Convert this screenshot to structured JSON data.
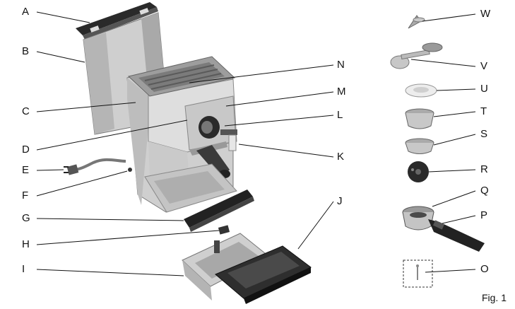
{
  "labels": {
    "A": "A",
    "B": "B",
    "C": "C",
    "D": "D",
    "E": "E",
    "F": "F",
    "G": "G",
    "H": "H",
    "I": "I",
    "J": "J",
    "K": "K",
    "L": "L",
    "M": "M",
    "N": "N",
    "O": "O",
    "P": "P",
    "Q": "Q",
    "R": "R",
    "S": "S",
    "T": "T",
    "U": "U",
    "V": "V",
    "W": "W"
  },
  "figure_caption": "Fig. 1",
  "colors": {
    "body_light": "#d9d9d9",
    "body_mid": "#b8b8b8",
    "body_dark": "#8c8c8c",
    "black_part": "#222222",
    "line": "#111111"
  }
}
